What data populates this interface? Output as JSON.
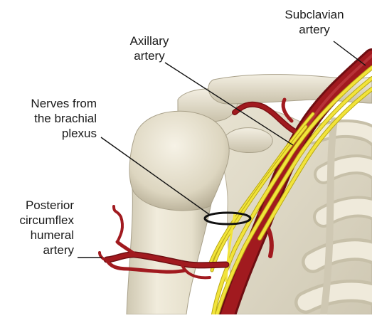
{
  "labels": {
    "subclavian": [
      "Subclavian",
      "artery"
    ],
    "axillary": [
      "Axillary",
      "artery"
    ],
    "nerves": [
      "Nerves from",
      "the brachial",
      "plexus"
    ],
    "posterior": [
      "Posterior",
      "circumflex",
      "humeral",
      "artery"
    ]
  },
  "colors": {
    "bone": "#ebe6d4",
    "bone_shadow": "#b9b19a",
    "artery": "#a11a1f",
    "artery_dark": "#6e0e12",
    "nerve": "#f2e43a",
    "nerve_dark": "#b8a816",
    "leader": "#111111"
  },
  "structures": [
    "humerus",
    "clavicle",
    "scapula",
    "ribs",
    "subclavian-artery",
    "axillary-artery",
    "brachial-plexus-nerves",
    "posterior-circumflex-humeral-artery",
    "marker-ring"
  ]
}
